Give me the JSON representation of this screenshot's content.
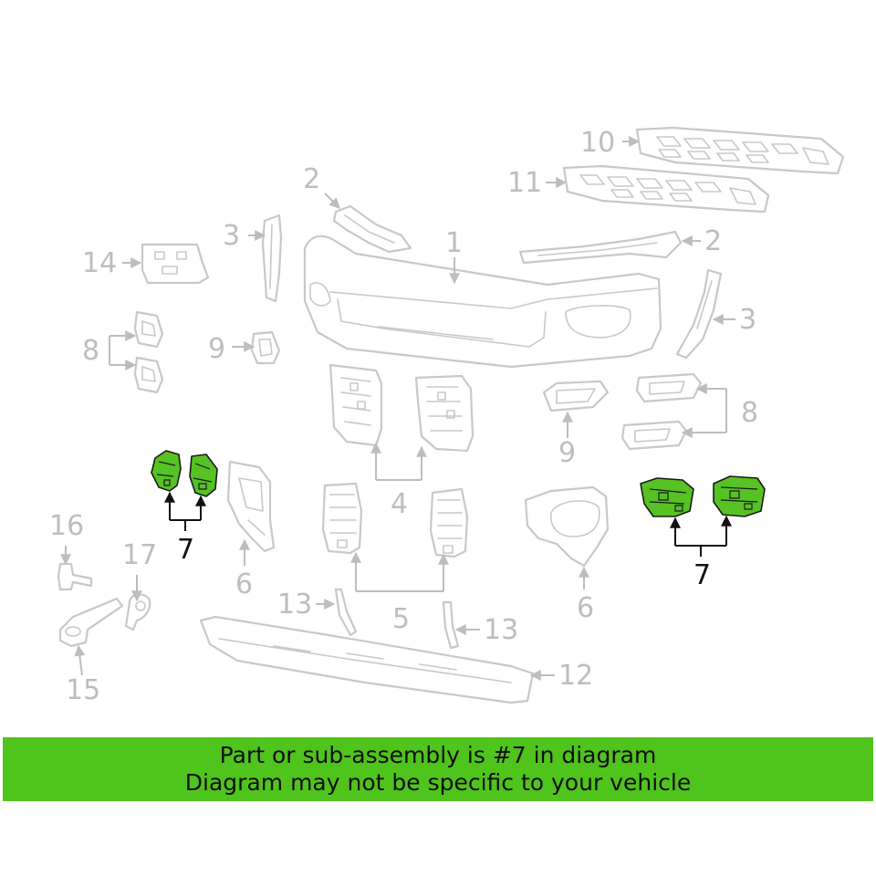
{
  "callouts": {
    "c1": "1",
    "c2a": "2",
    "c2b": "2",
    "c3a": "3",
    "c3b": "3",
    "c4": "4",
    "c5": "5",
    "c6a": "6",
    "c6b": "6",
    "c7a": "7",
    "c7b": "7",
    "c8a": "8",
    "c8b": "8",
    "c9a": "9",
    "c9b": "9",
    "c10": "10",
    "c11": "11",
    "c12": "12",
    "c13a": "13",
    "c13b": "13",
    "c14": "14",
    "c15": "15",
    "c16": "16",
    "c17": "17"
  },
  "highlight": {
    "part_number": "7",
    "fill_color": "#56c224"
  },
  "banner": {
    "line1": "Part or sub-assembly is #7 in diagram",
    "line2": "Diagram may not be specific to your vehicle",
    "background": "#4fc41c"
  }
}
